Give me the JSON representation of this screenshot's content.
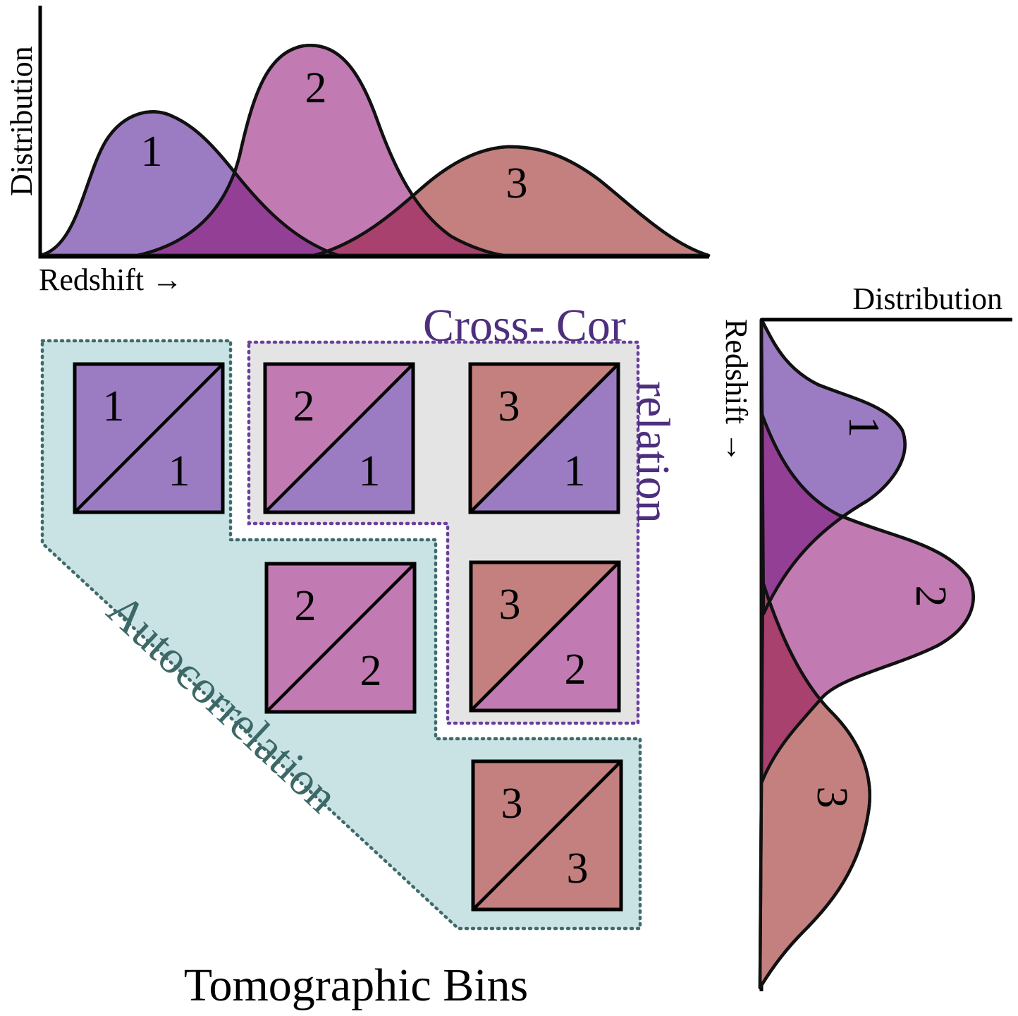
{
  "colors": {
    "bin1": "#9b7cc3",
    "bin2": "#c27bb2",
    "bin3": "#c3807f",
    "overlap12": "#933f96",
    "overlap23": "#a8416e",
    "auto_region": "#c9e3e5",
    "auto_border": "#3f6b6a",
    "cross_region": "#e4e4e4",
    "cross_border": "#6a3f9e",
    "auto_text": "#3d6868",
    "cross_text": "#4d2f7d"
  },
  "top_plot": {
    "y_label": "Distribution",
    "x_label": "Redshift →",
    "bins": [
      "1",
      "2",
      "3"
    ]
  },
  "side_plot": {
    "x_label": "Distribution",
    "y_label": "Redshift →",
    "bins": [
      "1",
      "2",
      "3"
    ]
  },
  "matrix": {
    "cells": [
      {
        "upper": "1",
        "lower": "1"
      },
      {
        "upper": "2",
        "lower": "1"
      },
      {
        "upper": "3",
        "lower": "1"
      },
      {
        "upper": "2",
        "lower": "2"
      },
      {
        "upper": "3",
        "lower": "2"
      },
      {
        "upper": "3",
        "lower": "3"
      }
    ],
    "auto_label": "Autocorrelation",
    "cross_label": "Cross- Correlation",
    "title": "Tomographic Bins"
  }
}
